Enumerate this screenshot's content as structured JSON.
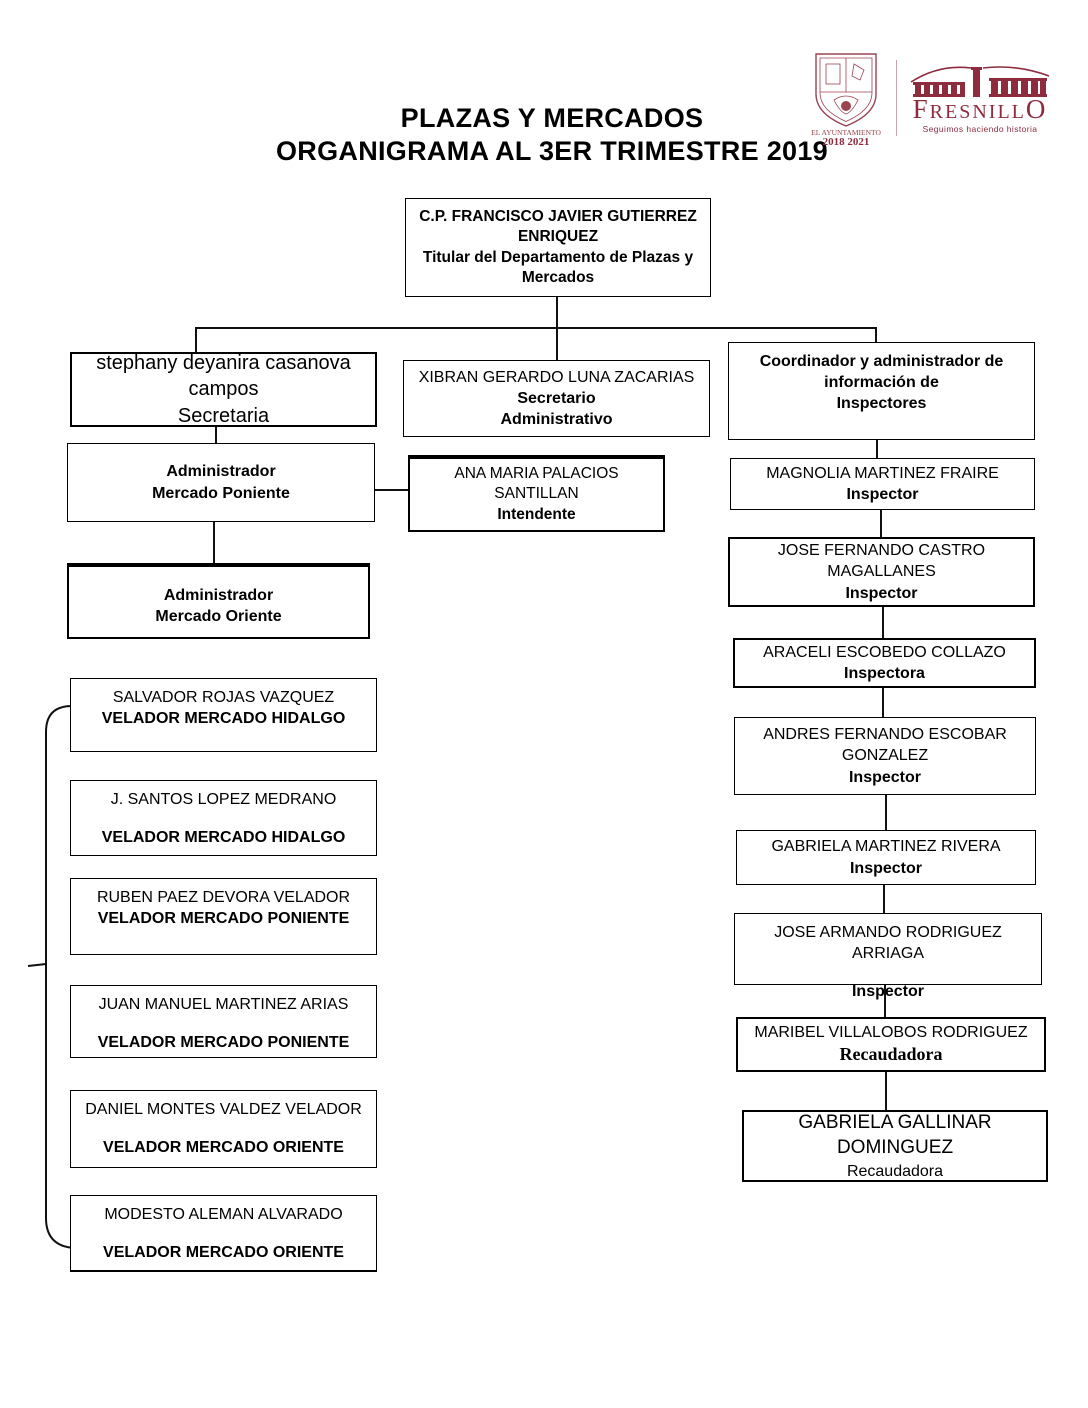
{
  "title": {
    "line1": "PLAZAS Y MERCADOS",
    "line2": "ORGANIGRAMA AL 3ER TRIMESTRE 2019"
  },
  "logo": {
    "crest_caption_line1": "EL AYUNTAMIENTO",
    "crest_caption_line2": "2018 2021",
    "brand_f": "F",
    "brand_mid": "RESNILL",
    "brand_o": "O",
    "tagline": "Seguimos haciendo historia",
    "brand_color": "#8e2c3e"
  },
  "org": {
    "titular": {
      "name": "C.P. FRANCISCO JAVIER GUTIERREZ ENRIQUEZ",
      "role": "Titular del Departamento de Plazas y Mercados"
    },
    "secretaria": {
      "name": "stephany deyanira casanova campos",
      "role": "Secretaria"
    },
    "secretario_admin": {
      "name": "XIBRAN GERARDO LUNA ZACARIAS",
      "role_line1": "Secretario",
      "role_line2": "Administrativo"
    },
    "coordinador": {
      "role_line1": "Coordinador y administrador de",
      "role_line2": "información de",
      "role_line3": "Inspectores"
    },
    "admin_poniente": {
      "role_line1": "Administrador",
      "role_line2": "Mercado Poniente"
    },
    "intendente": {
      "name": "ANA MARIA PALACIOS SANTILLAN",
      "role": "Intendente"
    },
    "admin_oriente": {
      "role_line1": "Administrador",
      "role_line2": "Mercado Oriente"
    },
    "inspectores": [
      {
        "name": "MAGNOLIA MARTINEZ FRAIRE",
        "role": "Inspector"
      },
      {
        "name": "JOSE FERNANDO CASTRO MAGALLANES",
        "role": "Inspector"
      },
      {
        "name": "ARACELI ESCOBEDO COLLAZO",
        "role": "Inspectora"
      },
      {
        "name": "ANDRES FERNANDO ESCOBAR GONZALEZ",
        "role": "Inspector"
      },
      {
        "name": "GABRIELA MARTINEZ RIVERA",
        "role": "Inspector"
      },
      {
        "name": "JOSE ARMANDO RODRIGUEZ ARRIAGA",
        "role": "Inspector"
      },
      {
        "name": "MARIBEL VILLALOBOS RODRIGUEZ",
        "role": "Recaudadora"
      },
      {
        "name": "GABRIELA GALLINAR DOMINGUEZ",
        "role": "Recaudadora"
      }
    ],
    "veladores": [
      {
        "name": "SALVADOR ROJAS VAZQUEZ",
        "role": "VELADOR MERCADO HIDALGO"
      },
      {
        "name": "J. SANTOS LOPEZ MEDRANO",
        "role": "VELADOR MERCADO HIDALGO"
      },
      {
        "name": "RUBEN PAEZ DEVORA VELADOR",
        "role": "VELADOR MERCADO PONIENTE"
      },
      {
        "name": "JUAN MANUEL MARTINEZ ARIAS",
        "role": "VELADOR MERCADO PONIENTE"
      },
      {
        "name": "DANIEL MONTES VALDEZ VELADOR",
        "role": "VELADOR MERCADO ORIENTE"
      },
      {
        "name": "MODESTO ALEMAN ALVARADO",
        "role": "VELADOR MERCADO ORIENTE"
      }
    ]
  }
}
